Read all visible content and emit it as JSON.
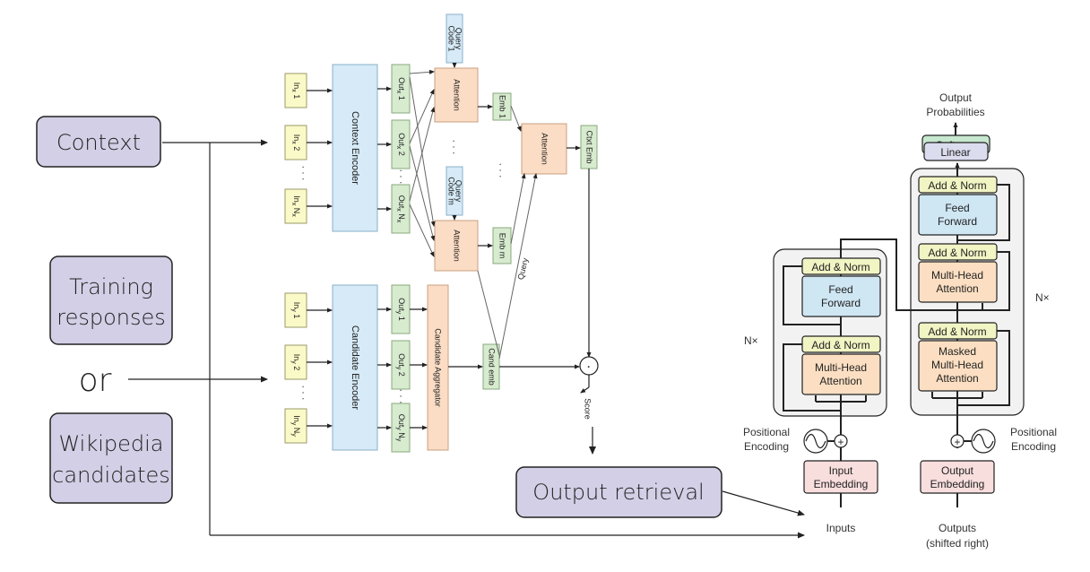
{
  "left": {
    "context_label": "Context",
    "training_label": [
      "Training",
      "responses"
    ],
    "or_label": "or",
    "wikipedia_label": [
      "Wikipedia",
      "candidates"
    ],
    "output_label": "Output retrieval"
  },
  "poly": {
    "inx": [
      {
        "main": "In",
        "sub": "x",
        "num": "1"
      },
      {
        "main": "In",
        "sub": "x",
        "num": "2"
      },
      {
        "main": "In",
        "sub": "x",
        "num": "N",
        "numsub": "x"
      }
    ],
    "outx": [
      {
        "main": "Out",
        "sub": "x",
        "num": "1"
      },
      {
        "main": "Out",
        "sub": "x",
        "num": "2"
      },
      {
        "main": "Out",
        "sub": "x",
        "num": "N",
        "numsub": "x"
      }
    ],
    "iny": [
      {
        "main": "In",
        "sub": "y",
        "num": "1"
      },
      {
        "main": "In",
        "sub": "y",
        "num": "2"
      },
      {
        "main": "In",
        "sub": "y",
        "num": "N",
        "numsub": "y"
      }
    ],
    "outy": [
      {
        "main": "Out",
        "sub": "y",
        "num": "1"
      },
      {
        "main": "Out",
        "sub": "y",
        "num": "2"
      },
      {
        "main": "Out",
        "sub": "y",
        "num": "N",
        "numsub": "y"
      }
    ],
    "context_encoder": "Context Encoder",
    "candidate_encoder": "Candidate Encoder",
    "candidate_aggregator": "Candidate Aggregator",
    "query_code_1": [
      "Query",
      "Code 1"
    ],
    "query_code_m": [
      "Query",
      "Code m"
    ],
    "attention": "Attention",
    "emb_1": "Emb 1",
    "emb_m": "Emb m",
    "ctxt_emb": "Ctxt Emb",
    "cand_emb": "Cand emb",
    "query_label": "Query",
    "score_label": "Score",
    "dot": "·",
    "ellipsis": "· · ·"
  },
  "transformer": {
    "output_probabilities": [
      "Output",
      "Probabilities"
    ],
    "softmax": "Softmax",
    "linear": "Linear",
    "add_norm": "Add & Norm",
    "feed_forward": [
      "Feed",
      "Forward"
    ],
    "multi_head_attention": [
      "Multi-Head",
      "Attention"
    ],
    "masked_multi_head_attention": [
      "Masked",
      "Multi-Head",
      "Attention"
    ],
    "nx": "N×",
    "positional_encoding": [
      "Positional",
      "Encoding"
    ],
    "input_embedding": [
      "Input",
      "Embedding"
    ],
    "output_embedding": [
      "Output",
      "Embedding"
    ],
    "inputs": "Inputs",
    "outputs": [
      "Outputs",
      "(shifted right)"
    ],
    "plus": "+"
  },
  "colors": {
    "label_box": "#d3cfe6",
    "yellow": "#fafac8",
    "green": "#d7ebcf",
    "blue": "#d6eaf7",
    "orange": "#fbdcc4",
    "tf_panel": "#f2f2f2",
    "tf_green": "#c7e8cf",
    "tf_blue": "#cfe6f3",
    "tf_lavender": "#dcdcef",
    "tf_pink": "#f9dede",
    "tf_yellow": "#f1f4c3",
    "tf_orange": "#fcdfc2"
  }
}
